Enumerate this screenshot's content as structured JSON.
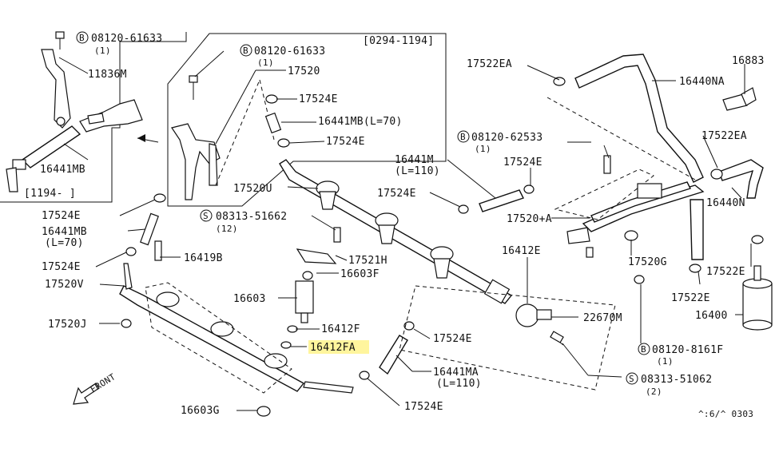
{
  "labels": {
    "l01": "08120-61633",
    "l01q": "(1)",
    "l02": "11836M",
    "l03": "16441MB",
    "l04": "[1194-    ]",
    "l05": "[0294-1194]",
    "l06": "08120-61633",
    "l06q": "(1)",
    "l07": "17520",
    "l08": "17524E",
    "l09": "16441MB(L=70)",
    "l10": "17524E",
    "l11": "17522EA",
    "l12": "16883",
    "l13": "16440NA",
    "l14": "08120-62533",
    "l14q": "(1)",
    "l15": "17522EA",
    "l16": "16441M",
    "l16b": "(L=110)",
    "l17": "17524E",
    "l18": "17520U",
    "l19": "17524E",
    "l20": "16440N",
    "l21": "17524E",
    "l22": "08313-51662",
    "l22q": "(12)",
    "l23": "17520+A",
    "l24": "16441MB",
    "l24b": "(L=70)",
    "l25": "17524E",
    "l26": "16419B",
    "l27": "17521H",
    "l28": "16412E",
    "l29": "17520G",
    "l30": "17522E",
    "l31": "17520V",
    "l32": "16603F",
    "l33": "17522E",
    "l34": "16603",
    "l35": "16400",
    "l36": "17520J",
    "l37": "16412F",
    "l38": "22670M",
    "l39": "17524E",
    "l40": "16412FA",
    "l41": "08120-8161F",
    "l41q": "(1)",
    "l42": "16441MA",
    "l42b": "(L=110)",
    "l43": "08313-51062",
    "l43q": "(2)",
    "l44": "FRONT",
    "l45": "16603G",
    "l46": "17524E",
    "l47": "^:6/^ 0303"
  },
  "symbols": {
    "bolt_marker": "B",
    "screw_marker": "S"
  },
  "highlight_color": "#fff59d"
}
